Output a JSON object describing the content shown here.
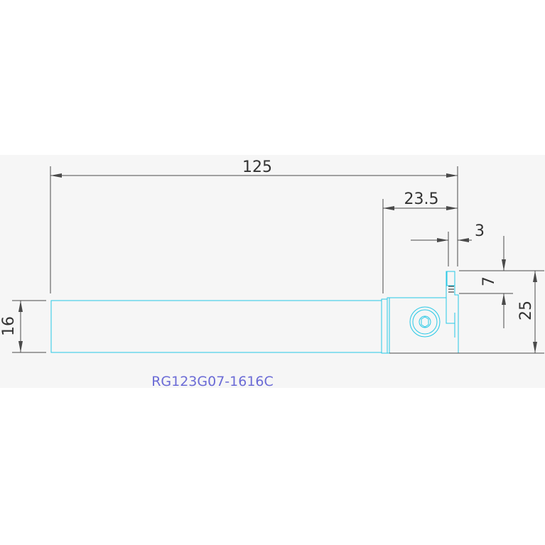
{
  "drawing": {
    "part_number": "RG123G07-1616C",
    "dimensions": {
      "overall_length": "125",
      "head_length": "23.5",
      "insert_width": "3",
      "cut_depth": "7",
      "total_height": "25",
      "shank_height": "16"
    },
    "colors": {
      "part_outline": "#27c8e6",
      "dimension_lines": "#4a4a4a",
      "label": "#6b6bd6",
      "background_band": "#f6f6f6"
    }
  }
}
